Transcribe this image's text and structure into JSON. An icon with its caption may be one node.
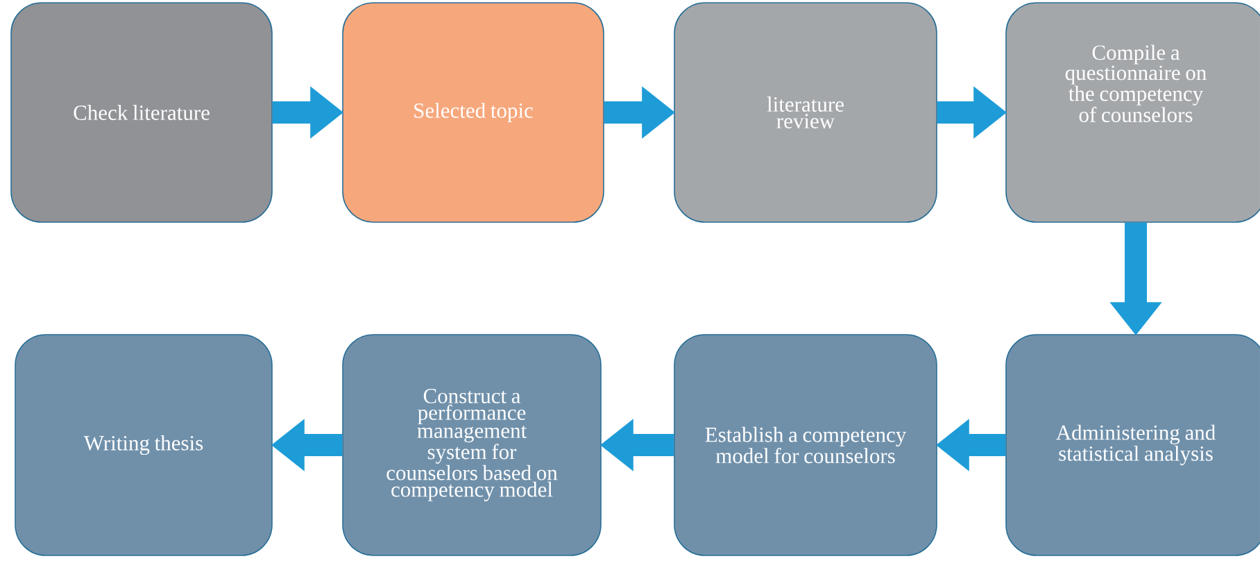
{
  "diagram": {
    "nodes": [
      {
        "text": [
          "Check literature"
        ]
      },
      {
        "text": [
          "Selected topic"
        ]
      },
      {
        "text": [
          "literature review"
        ]
      },
      {
        "text": [
          "Compile a questionnaire on the competency of counselors"
        ]
      },
      {
        "text": [
          "Writing thesis"
        ]
      },
      {
        "text": [
          "Construct a performance management system for counselors based on competency model"
        ]
      },
      {
        "text": [
          "Establish a competency model for counselors"
        ]
      },
      {
        "text": [
          "Administering and statistical analysis"
        ]
      }
    ],
    "edges": [
      {
        "from": 0,
        "to": 1,
        "arrow": "to"
      },
      {
        "from": 1,
        "to": 2,
        "arrow": "to"
      },
      {
        "from": 2,
        "to": 3,
        "arrow": "to"
      },
      {
        "from": 3,
        "to": 7,
        "arrow": "to"
      },
      {
        "from": 7,
        "to": 6,
        "arrow": "to"
      },
      {
        "from": 6,
        "to": 5,
        "arrow": "to"
      },
      {
        "from": 5,
        "to": 4,
        "arrow": "to"
      }
    ]
  }
}
